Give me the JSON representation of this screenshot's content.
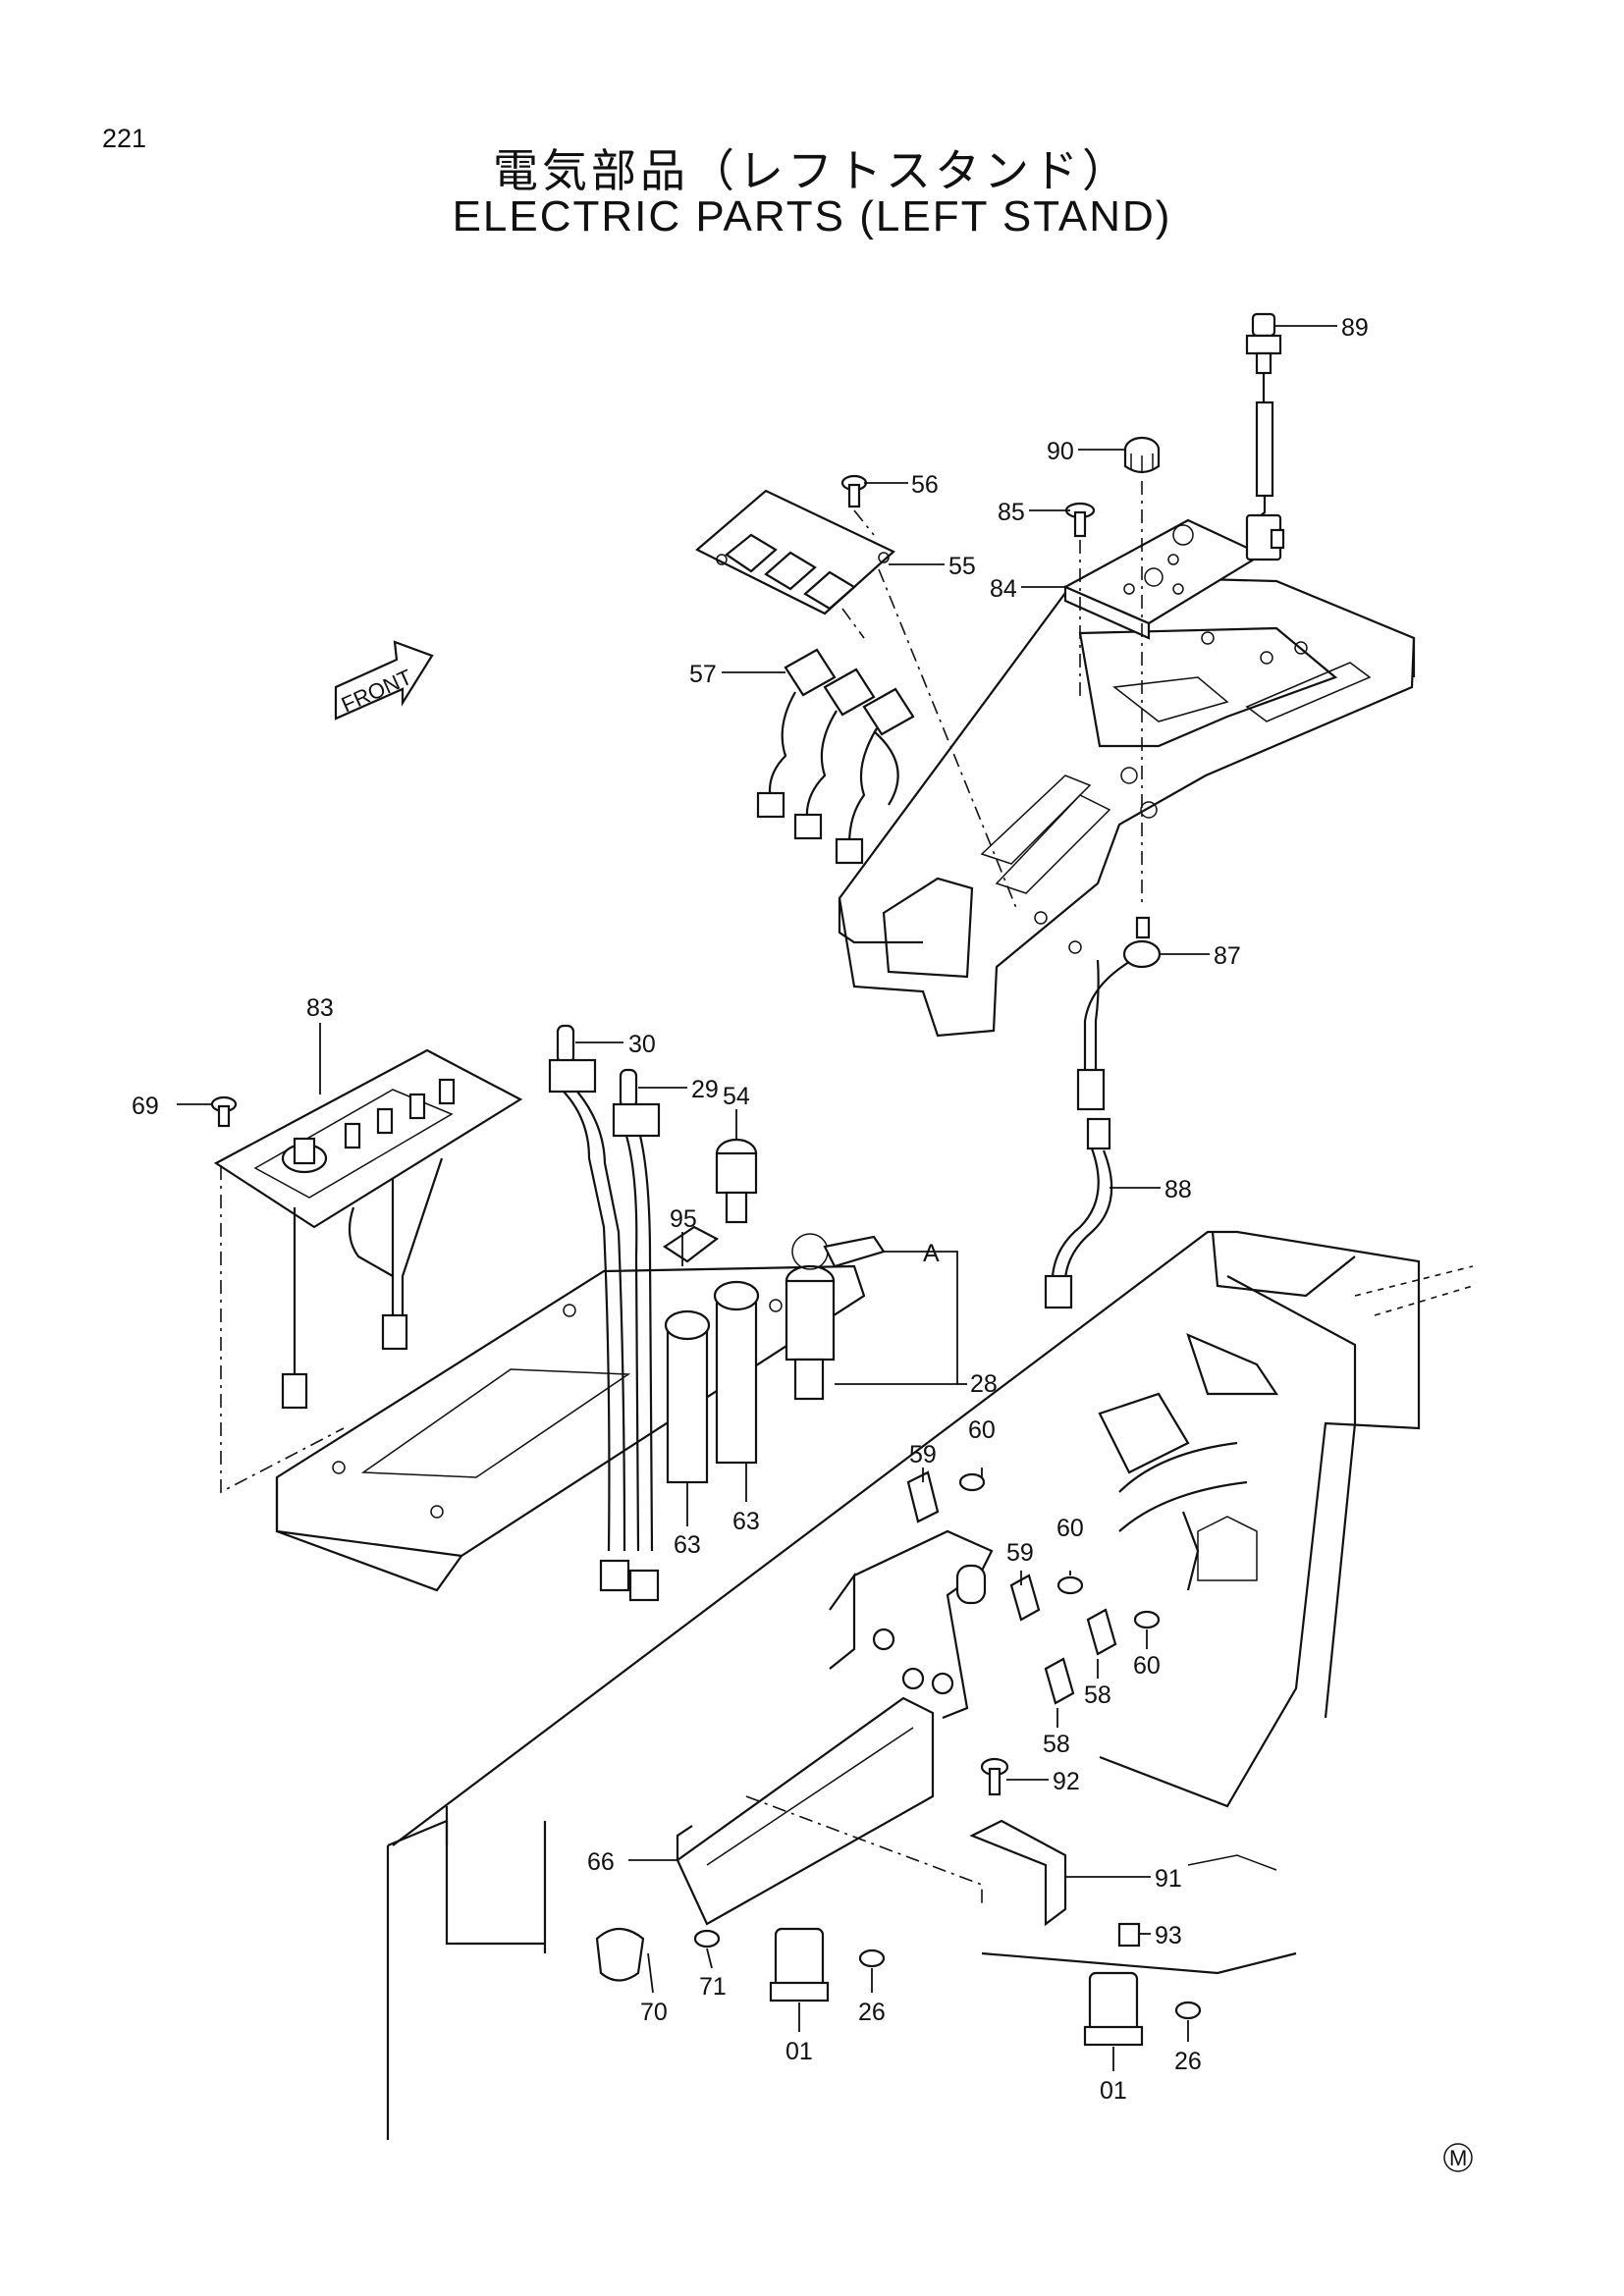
{
  "page_number": "221",
  "title_jp": "電気部品（レフトスタンド）",
  "title_en": "ELECTRIC PARTS (LEFT STAND)",
  "front_label": "FRONT",
  "corner_mark": "M",
  "callouts": [
    {
      "id": "89",
      "label": "89"
    },
    {
      "id": "90",
      "label": "90"
    },
    {
      "id": "56",
      "label": "56"
    },
    {
      "id": "85",
      "label": "85"
    },
    {
      "id": "55",
      "label": "55"
    },
    {
      "id": "84",
      "label": "84"
    },
    {
      "id": "57",
      "label": "57"
    },
    {
      "id": "87",
      "label": "87"
    },
    {
      "id": "83",
      "label": "83"
    },
    {
      "id": "30",
      "label": "30"
    },
    {
      "id": "29",
      "label": "29"
    },
    {
      "id": "69",
      "label": "69"
    },
    {
      "id": "54",
      "label": "54"
    },
    {
      "id": "95",
      "label": "95"
    },
    {
      "id": "A",
      "label": "A"
    },
    {
      "id": "88",
      "label": "88"
    },
    {
      "id": "28",
      "label": "28"
    },
    {
      "id": "59a",
      "label": "59"
    },
    {
      "id": "60a",
      "label": "60"
    },
    {
      "id": "63a",
      "label": "63"
    },
    {
      "id": "63b",
      "label": "63"
    },
    {
      "id": "59b",
      "label": "59"
    },
    {
      "id": "60b",
      "label": "60"
    },
    {
      "id": "60c",
      "label": "60"
    },
    {
      "id": "58a",
      "label": "58"
    },
    {
      "id": "58b",
      "label": "58"
    },
    {
      "id": "92",
      "label": "92"
    },
    {
      "id": "66",
      "label": "66"
    },
    {
      "id": "91",
      "label": "91"
    },
    {
      "id": "93",
      "label": "93"
    },
    {
      "id": "71",
      "label": "71"
    },
    {
      "id": "70",
      "label": "70"
    },
    {
      "id": "01a",
      "label": "01"
    },
    {
      "id": "26a",
      "label": "26"
    },
    {
      "id": "01b",
      "label": "01"
    },
    {
      "id": "26b",
      "label": "26"
    }
  ]
}
